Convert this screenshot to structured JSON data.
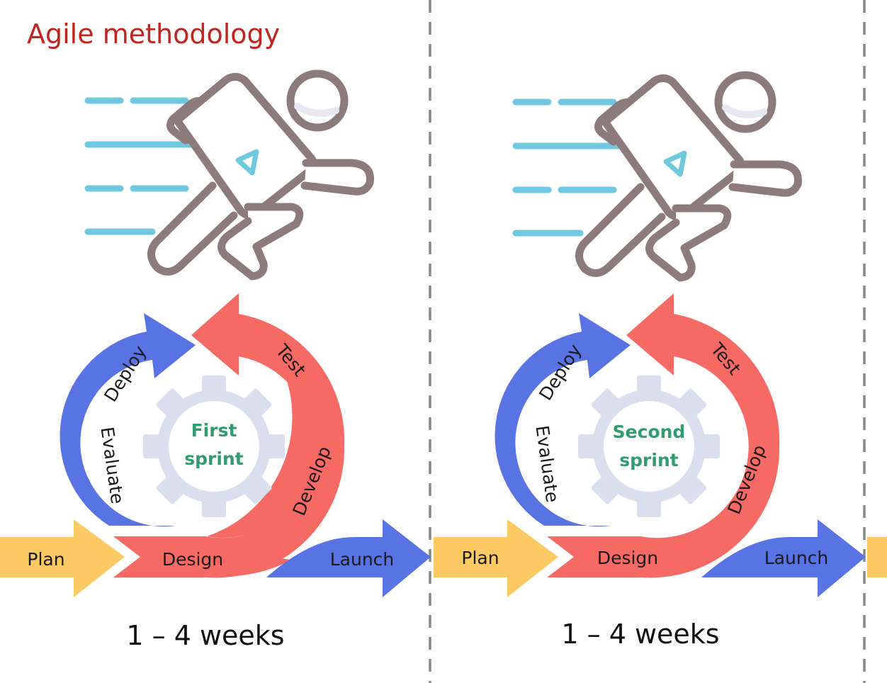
{
  "title": "Agile methodology",
  "colors": {
    "title": "#c0251f",
    "plan_arrow": "#fdc962",
    "design_cycle": "#f76a63",
    "evaluate_cycle": "#5873e3",
    "launch_arrow": "#5873e3",
    "gear": "#d9dfef",
    "speed_lines": "#6ec8df",
    "runner_outline": "#8d7b7b",
    "center_text": "#2e9e70",
    "divider": "#888888"
  },
  "icons": [
    "runner-icon",
    "speed-lines-icon",
    "gear-icon"
  ],
  "sprints": [
    {
      "name_line1": "First",
      "name_line2": "sprint",
      "stages": {
        "plan": "Plan",
        "design": "Design",
        "develop": "Develop",
        "test": "Test",
        "deploy": "Deploy",
        "evaluate": "Evaluate",
        "launch": "Launch"
      },
      "duration": "1 – 4 weeks"
    },
    {
      "name_line1": "Second",
      "name_line2": "sprint",
      "stages": {
        "plan": "Plan",
        "design": "Design",
        "develop": "Develop",
        "test": "Test",
        "deploy": "Deploy",
        "evaluate": "Evaluate",
        "launch": "Launch"
      },
      "duration": "1 – 4 weeks"
    }
  ]
}
